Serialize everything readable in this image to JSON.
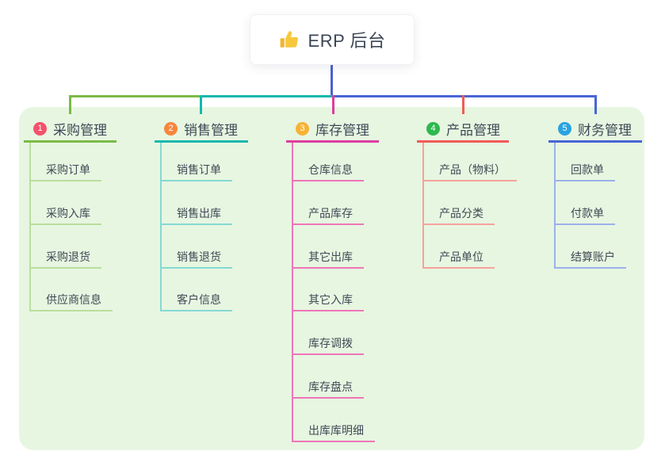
{
  "root": {
    "label": "ERP 后台",
    "icon": "thumbs-up",
    "icon_color": "#f7c43a",
    "connector_color": "#4a61d2"
  },
  "panel": {
    "background": "#e7f6e1"
  },
  "text": {
    "heading_color": "#3d4957",
    "item_color": "#3f4a55"
  },
  "branches": [
    {
      "number": "1",
      "label": "采购管理",
      "badge_color": "#f4516c",
      "line_color": "#7cba46",
      "child_line_color": "#b9de9c",
      "children": [
        "采购订单",
        "采购入库",
        "采购退货",
        "供应商信息"
      ]
    },
    {
      "number": "2",
      "label": "销售管理",
      "badge_color": "#f8853f",
      "line_color": "#14b8ae",
      "child_line_color": "#85d9d3",
      "children": [
        "销售订单",
        "销售出库",
        "销售退货",
        "客户信息"
      ]
    },
    {
      "number": "3",
      "label": "库存管理",
      "badge_color": "#f9b234",
      "line_color": "#dd3d9f",
      "child_line_color": "#ee76b8",
      "children": [
        "仓库信息",
        "产品库存",
        "其它出库",
        "其它入库",
        "库存调拨",
        "库存盘点",
        "出库库明细"
      ]
    },
    {
      "number": "4",
      "label": "产品管理",
      "badge_color": "#2db84e",
      "line_color": "#f25b55",
      "child_line_color": "#f7a19c",
      "children": [
        "产品（物料）",
        "产品分类",
        "产品单位"
      ]
    },
    {
      "number": "5",
      "label": "财务管理",
      "badge_color": "#29a3e0",
      "line_color": "#4765d6",
      "child_line_color": "#9cb0ea",
      "children": [
        "回款单",
        "付款单",
        "结算账户"
      ]
    }
  ]
}
